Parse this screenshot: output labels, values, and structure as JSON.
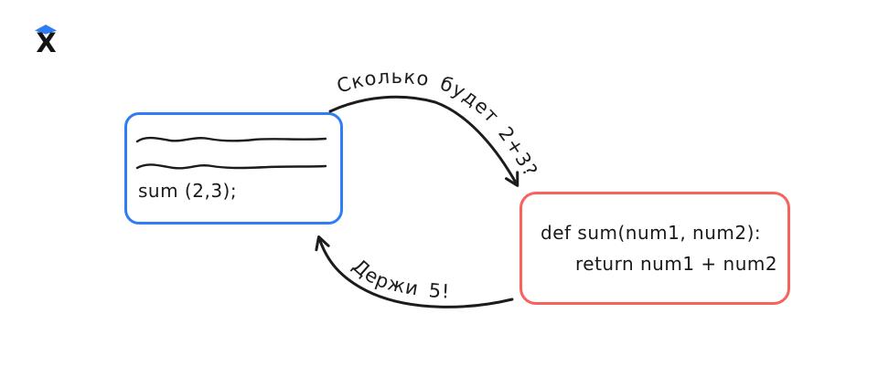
{
  "page": {
    "background_color": "#ffffff",
    "ink_color": "#1c1c1c"
  },
  "logo": {
    "letter": "X",
    "diamond_color": "#2e7df5",
    "letter_color": "#141414"
  },
  "caller_box": {
    "code_text": "sum (2,3);",
    "border_color": "#2e7df5"
  },
  "function_box": {
    "code_line_1": "def sum(num1, num2):",
    "code_line_2": "return num1 + num2",
    "border_color": "#f7625c"
  },
  "arrows": {
    "request_label": "Сколько будет 2+3?",
    "response_label": "Держи 5!"
  }
}
